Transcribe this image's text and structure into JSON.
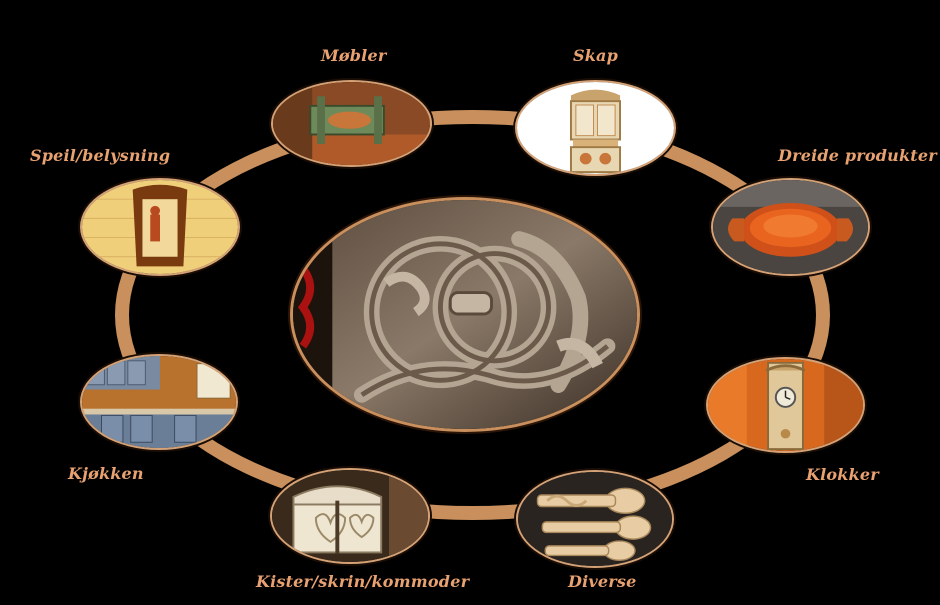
{
  "categories": [
    {
      "key": "mobler",
      "label": "Møbler"
    },
    {
      "key": "skap",
      "label": "Skap"
    },
    {
      "key": "dreide",
      "label": "Dreide produkter"
    },
    {
      "key": "klokker",
      "label": "Klokker"
    },
    {
      "key": "diverse",
      "label": "Diverse"
    },
    {
      "key": "kister",
      "label": "Kister/skrin/kommoder"
    },
    {
      "key": "kjokken",
      "label": "Kjøkken"
    },
    {
      "key": "speil",
      "label": "Speil/belysning"
    }
  ],
  "colors": {
    "ring": "#c98f5c",
    "label": "#e8a170",
    "background": "#000000"
  }
}
